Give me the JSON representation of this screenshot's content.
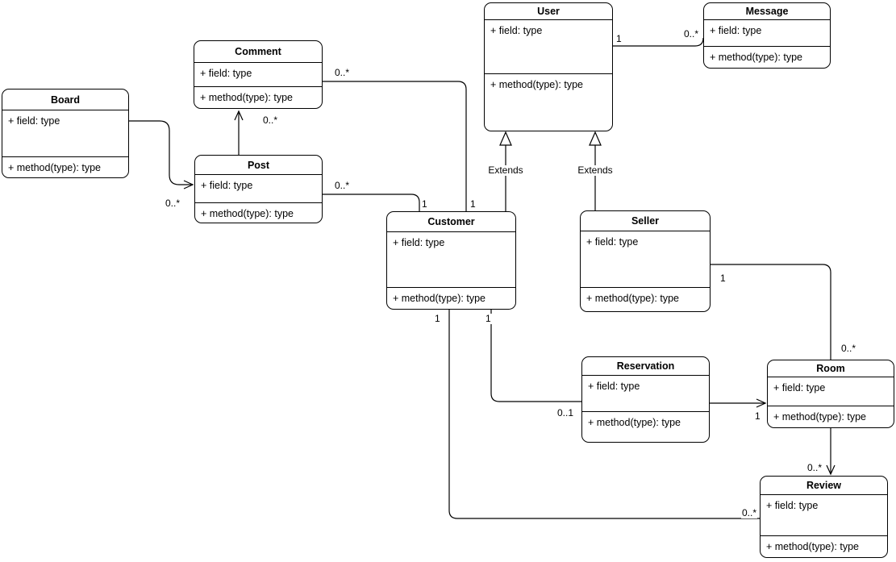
{
  "diagram": {
    "type": "uml-class-diagram",
    "background_color": "#ffffff",
    "stroke_color": "#000000",
    "text_color": "#000000",
    "classes": [
      {
        "name": "Board",
        "field": "+ field: type",
        "method": "+ method(type): type"
      },
      {
        "name": "Comment",
        "field": "+ field: type",
        "method": "+ method(type): type"
      },
      {
        "name": "Post",
        "field": "+ field: type",
        "method": "+ method(type): type"
      },
      {
        "name": "User",
        "field": "+ field: type",
        "method": "+ method(type): type"
      },
      {
        "name": "Message",
        "field": "+ field: type",
        "method": "+ method(type): type"
      },
      {
        "name": "Customer",
        "field": "+ field: type",
        "method": "+ method(type): type"
      },
      {
        "name": "Seller",
        "field": "+ field: type",
        "method": "+ method(type): type"
      },
      {
        "name": "Reservation",
        "field": "+ field: type",
        "method": "+ method(type): type"
      },
      {
        "name": "Room",
        "field": "+ field: type",
        "method": "+ method(type): type"
      },
      {
        "name": "Review",
        "field": "+ field: type",
        "method": "+ method(type): type"
      }
    ],
    "edges": [
      {
        "from": "Board",
        "to": "Post",
        "kind": "association",
        "arrow": "open",
        "labels": [
          {
            "text": "0..*"
          }
        ]
      },
      {
        "from": "Post",
        "to": "Comment",
        "kind": "association",
        "arrow": "open",
        "labels": [
          {
            "text": "0..*"
          }
        ]
      },
      {
        "from": "Comment",
        "to": "Customer",
        "kind": "association",
        "arrow": "none",
        "labels": [
          {
            "text": "0..*"
          },
          {
            "text": "1"
          }
        ]
      },
      {
        "from": "Post",
        "to": "Customer",
        "kind": "association",
        "arrow": "none",
        "labels": [
          {
            "text": "0..*"
          },
          {
            "text": "1"
          }
        ]
      },
      {
        "from": "User",
        "to": "Message",
        "kind": "association",
        "arrow": "none",
        "labels": [
          {
            "text": "1"
          },
          {
            "text": "0..*"
          }
        ]
      },
      {
        "from": "Customer",
        "to": "User",
        "kind": "generalization",
        "arrow": "hollow-triangle",
        "labels": [
          {
            "text": "Extends"
          }
        ]
      },
      {
        "from": "Seller",
        "to": "User",
        "kind": "generalization",
        "arrow": "hollow-triangle",
        "labels": [
          {
            "text": "Extends"
          }
        ]
      },
      {
        "from": "Customer",
        "to": "Reservation",
        "kind": "association",
        "arrow": "none",
        "labels": [
          {
            "text": "1"
          },
          {
            "text": "0..1"
          }
        ]
      },
      {
        "from": "Reservation",
        "to": "Room",
        "kind": "association",
        "arrow": "open",
        "labels": [
          {
            "text": "1"
          }
        ]
      },
      {
        "from": "Seller",
        "to": "Room",
        "kind": "association",
        "arrow": "none",
        "labels": [
          {
            "text": "1"
          },
          {
            "text": "0..*"
          }
        ]
      },
      {
        "from": "Room",
        "to": "Review",
        "kind": "association",
        "arrow": "open",
        "labels": [
          {
            "text": "0..*"
          }
        ]
      },
      {
        "from": "Customer",
        "to": "Review",
        "kind": "association",
        "arrow": "none",
        "labels": [
          {
            "text": "1"
          },
          {
            "text": "0..*"
          }
        ]
      }
    ]
  }
}
